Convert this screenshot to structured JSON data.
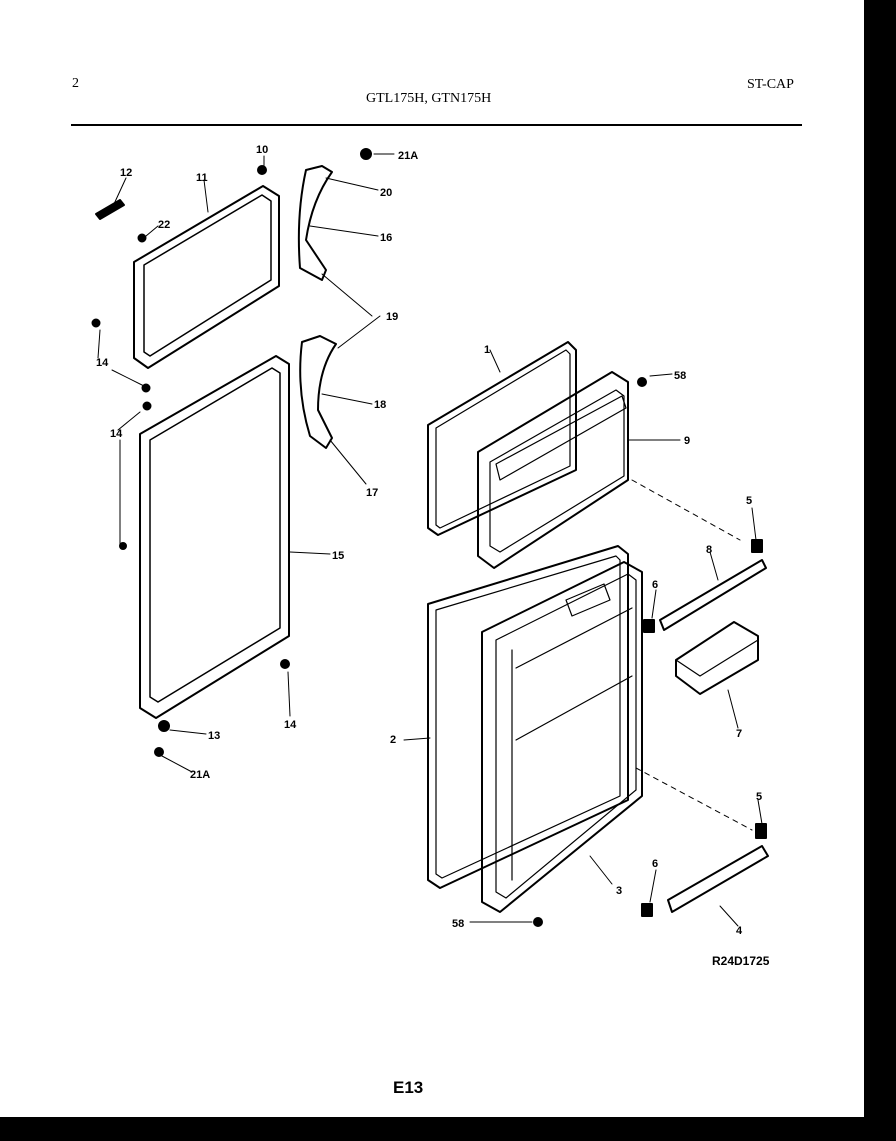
{
  "header": {
    "page_number": "2",
    "model_numbers": "GTL175H, GTN175H",
    "section_code": "ST-CAP"
  },
  "diagram": {
    "callouts": {
      "c1": "1",
      "c2": "2",
      "c3": "3",
      "c4": "4",
      "c5a": "5",
      "c5b": "5",
      "c6a": "6",
      "c6b": "6",
      "c7": "7",
      "c8": "8",
      "c9": "9",
      "c10": "10",
      "c11": "11",
      "c12": "12",
      "c13": "13",
      "c14a": "14",
      "c14b": "14",
      "c14c": "14",
      "c15": "15",
      "c16": "16",
      "c17": "17",
      "c18": "18",
      "c19": "19",
      "c20": "20",
      "c21a_top": "21A",
      "c21a_bottom": "21A",
      "c22": "22",
      "c58a": "58",
      "c58b": "58"
    }
  },
  "footer": {
    "drawing_code": "R24D1725",
    "page_label": "E13"
  }
}
